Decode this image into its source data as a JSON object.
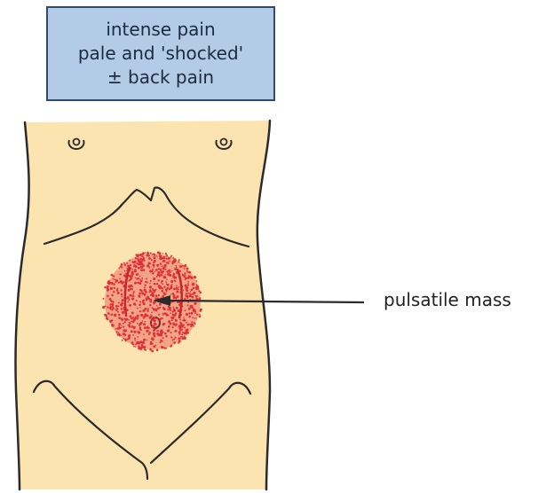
{
  "symptoms": {
    "line1": "intense pain",
    "line2": "pale and 'shocked'",
    "line3": "± back pain"
  },
  "callout": {
    "label": "pulsatile mass"
  },
  "colors": {
    "skin": "#fce4b0",
    "outline": "#2b2b2b",
    "mass": "#e0303a",
    "box_fill": "#b4cbe7",
    "box_border": "#2f4b73"
  }
}
